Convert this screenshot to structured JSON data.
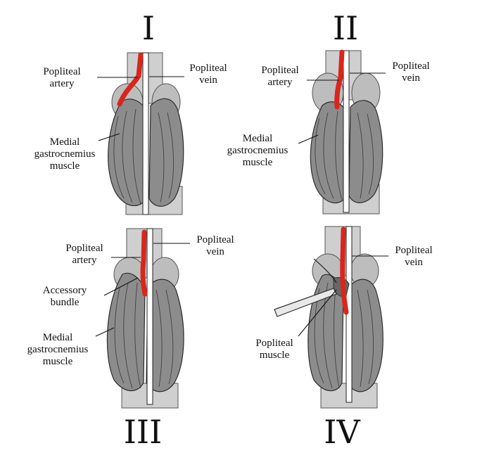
{
  "colors": {
    "artery": "#d9261c",
    "muscle": "#8c8c8c",
    "bone": "#cfcfcf",
    "condyle": "#bdbdbd",
    "vein": "#ffffff"
  },
  "panels": [
    {
      "numeral": "I",
      "labels": {
        "artery": [
          "Popliteal",
          "artery"
        ],
        "vein": [
          "Popliteal",
          "vein"
        ],
        "muscle": [
          "Medial",
          "gastrocnemius",
          "muscle"
        ]
      }
    },
    {
      "numeral": "II",
      "labels": {
        "artery": [
          "Popliteal",
          "artery"
        ],
        "vein": [
          "Popliteal",
          "vein"
        ],
        "muscle": [
          "Medial",
          "gastrocnemius",
          "muscle"
        ]
      }
    },
    {
      "numeral": "III",
      "labels": {
        "artery": [
          "Popliteal",
          "artery"
        ],
        "vein": [
          "Popliteal",
          "vein"
        ],
        "bundle": [
          "Accessory",
          "bundle"
        ],
        "muscle": [
          "Medial",
          "gastrocnemius",
          "muscle"
        ]
      }
    },
    {
      "numeral": "IV",
      "labels": {
        "vein": [
          "Popliteal",
          "vein"
        ],
        "popliteal_muscle": [
          "Popliteal",
          "muscle"
        ]
      }
    }
  ]
}
